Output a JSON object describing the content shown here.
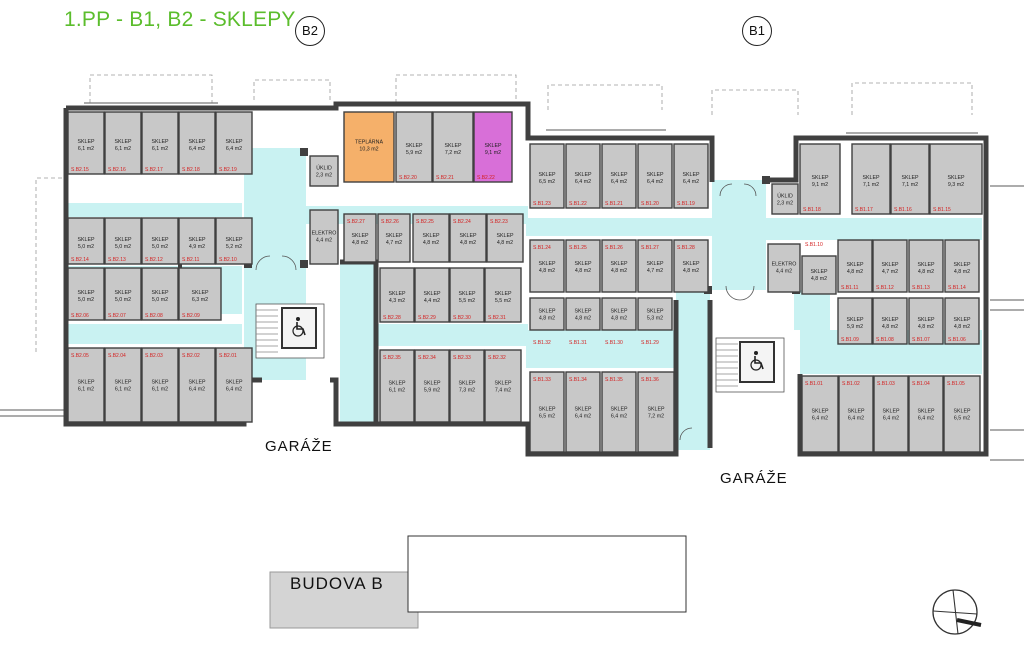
{
  "title": "1.PP - B1, B2 - SKLEPY",
  "sections": {
    "b2": "B2",
    "b1": "B1"
  },
  "labels": {
    "garaze": "GARÁŽE",
    "budova": "BUDOVA B"
  },
  "colors": {
    "title": "#5bbd2c",
    "room": "#c8c8c8",
    "corridor": "#c9f2f2",
    "wall": "#404040",
    "teplarna": "#f5b06a",
    "highlight": "#d86fd8",
    "room_id": "#d42020"
  },
  "rooms": [
    {
      "id": "S.B2.15",
      "name": "SKLEP",
      "area": "6,1 m2"
    },
    {
      "id": "S.B2.16",
      "name": "SKLEP",
      "area": "6,1 m2"
    },
    {
      "id": "S.B2.17",
      "name": "SKLEP",
      "area": "6,1 m2"
    },
    {
      "id": "S.B2.18",
      "name": "SKLEP",
      "area": "6,4 m2"
    },
    {
      "id": "S.B2.19",
      "name": "SKLEP",
      "area": "6,4 m2"
    },
    {
      "id": "S.B2.14",
      "name": "SKLEP",
      "area": "5,0 m2"
    },
    {
      "id": "S.B2.13",
      "name": "SKLEP",
      "area": "5,0 m2"
    },
    {
      "id": "S.B2.12",
      "name": "SKLEP",
      "area": "5,0 m2"
    },
    {
      "id": "S.B2.11",
      "name": "SKLEP",
      "area": "4,9 m2"
    },
    {
      "id": "S.B2.10",
      "name": "SKLEP",
      "area": "5,2 m2"
    },
    {
      "id": "S.B2.06",
      "name": "SKLEP",
      "area": "5,0 m2"
    },
    {
      "id": "S.B2.07",
      "name": "SKLEP",
      "area": "5,0 m2"
    },
    {
      "id": "S.B2.08",
      "name": "SKLEP",
      "area": "5,0 m2"
    },
    {
      "id": "S.B2.09",
      "name": "SKLEP",
      "area": "6,3 m2"
    },
    {
      "id": "S.B2.05",
      "name": "SKLEP",
      "area": "6,1 m2"
    },
    {
      "id": "S.B2.04",
      "name": "SKLEP",
      "area": "6,1 m2"
    },
    {
      "id": "S.B2.03",
      "name": "SKLEP",
      "area": "6,1 m2"
    },
    {
      "id": "S.B2.02",
      "name": "SKLEP",
      "area": "6,4 m2"
    },
    {
      "id": "S.B2.01",
      "name": "SKLEP",
      "area": "6,4 m2"
    },
    {
      "id": "",
      "name": "ÚKLID",
      "area": "2,3 m2"
    },
    {
      "id": "",
      "name": "ELEKTRO",
      "area": "4,4 m2"
    },
    {
      "id": "",
      "name": "TEPLÁRNA",
      "area": "10,3 m2",
      "fill": "teplarna"
    },
    {
      "id": "S.B2.20",
      "name": "SKLEP",
      "area": "5,9 m2"
    },
    {
      "id": "S.B2.21",
      "name": "SKLEP",
      "area": "7,2 m2"
    },
    {
      "id": "S.B2.22",
      "name": "SKLEP",
      "area": "9,1 m2",
      "fill": "highlight"
    },
    {
      "id": "S.B2.27",
      "name": "SKLEP",
      "area": "4,8 m2"
    },
    {
      "id": "S.B2.26",
      "name": "SKLEP",
      "area": "4,7 m2"
    },
    {
      "id": "S.B2.25",
      "name": "SKLEP",
      "area": "4,8 m2"
    },
    {
      "id": "S.B2.24",
      "name": "SKLEP",
      "area": "4,8 m2"
    },
    {
      "id": "S.B2.23",
      "name": "SKLEP",
      "area": "4,8 m2"
    },
    {
      "id": "S.B2.28",
      "name": "SKLEP",
      "area": "4,3 m2"
    },
    {
      "id": "S.B2.29",
      "name": "SKLEP",
      "area": "4,4 m2"
    },
    {
      "id": "S.B2.30",
      "name": "SKLEP",
      "area": "5,5 m2"
    },
    {
      "id": "S.B2.31",
      "name": "SKLEP",
      "area": "5,5 m2"
    },
    {
      "id": "S.B2.35",
      "name": "SKLEP",
      "area": "6,1 m2"
    },
    {
      "id": "S.B2.34",
      "name": "SKLEP",
      "area": "5,9 m2"
    },
    {
      "id": "S.B2.33",
      "name": "SKLEP",
      "area": "7,3 m2"
    },
    {
      "id": "S.B2.32",
      "name": "SKLEP",
      "area": "7,4 m2"
    },
    {
      "id": "S.B1.23",
      "name": "SKLEP",
      "area": "6,5 m2"
    },
    {
      "id": "S.B1.22",
      "name": "SKLEP",
      "area": "6,4 m2"
    },
    {
      "id": "S.B1.21",
      "name": "SKLEP",
      "area": "6,4 m2"
    },
    {
      "id": "S.B1.20",
      "name": "SKLEP",
      "area": "6,4 m2"
    },
    {
      "id": "S.B1.19",
      "name": "SKLEP",
      "area": "6,4 m2"
    },
    {
      "id": "S.B1.24",
      "name": "SKLEP",
      "area": "4,8 m2"
    },
    {
      "id": "S.B1.25",
      "name": "SKLEP",
      "area": "4,8 m2"
    },
    {
      "id": "S.B1.26",
      "name": "SKLEP",
      "area": "4,8 m2"
    },
    {
      "id": "S.B1.27",
      "name": "SKLEP",
      "area": "4,7 m2"
    },
    {
      "id": "S.B1.28",
      "name": "SKLEP",
      "area": "4,8 m2"
    },
    {
      "id": "",
      "name": "SKLEP",
      "area": "4,8 m2"
    },
    {
      "id": "",
      "name": "SKLEP",
      "area": "4,8 m2"
    },
    {
      "id": "",
      "name": "SKLEP",
      "area": "4,8 m2"
    },
    {
      "id": "",
      "name": "SKLEP",
      "area": "5,3 m2"
    },
    {
      "id": "S.B1.32",
      "name": "",
      "area": ""
    },
    {
      "id": "S.B1.31",
      "name": "",
      "area": ""
    },
    {
      "id": "S.B1.30",
      "name": "",
      "area": ""
    },
    {
      "id": "S.B1.29",
      "name": "",
      "area": ""
    },
    {
      "id": "S.B1.33",
      "name": "SKLEP",
      "area": "6,5 m2"
    },
    {
      "id": "S.B1.34",
      "name": "SKLEP",
      "area": "6,4 m2"
    },
    {
      "id": "S.B1.35",
      "name": "SKLEP",
      "area": "6,4 m2"
    },
    {
      "id": "S.B1.36",
      "name": "SKLEP",
      "area": "7,2 m2"
    },
    {
      "id": "S.B1.18",
      "name": "SKLEP",
      "area": "9,1 m2"
    },
    {
      "id": "S.B1.17",
      "name": "SKLEP",
      "area": "7,1 m2"
    },
    {
      "id": "S.B1.16",
      "name": "SKLEP",
      "area": "7,1 m2"
    },
    {
      "id": "S.B1.15",
      "name": "SKLEP",
      "area": "9,3 m2"
    },
    {
      "id": "",
      "name": "ÚKLID",
      "area": "2,3 m2"
    },
    {
      "id": "S.B1.10",
      "name": "",
      "area": ""
    },
    {
      "id": "S.B1.11",
      "name": "SKLEP",
      "area": "4,8 m2"
    },
    {
      "id": "S.B1.12",
      "name": "SKLEP",
      "area": "4,7 m2"
    },
    {
      "id": "S.B1.13",
      "name": "SKLEP",
      "area": "4,8 m2"
    },
    {
      "id": "S.B1.14",
      "name": "SKLEP",
      "area": "4,8 m2"
    },
    {
      "id": "",
      "name": "ELEKTRO",
      "area": "4,4 m2"
    },
    {
      "id": "",
      "name": "SKLEP",
      "area": "4,8 m2"
    },
    {
      "id": "S.B1.09",
      "name": "SKLEP",
      "area": "5,9 m2"
    },
    {
      "id": "S.B1.08",
      "name": "SKLEP",
      "area": "4,8 m2"
    },
    {
      "id": "S.B1.07",
      "name": "SKLEP",
      "area": "4,8 m2"
    },
    {
      "id": "S.B1.06",
      "name": "SKLEP",
      "area": "4,8 m2"
    },
    {
      "id": "S.B1.01",
      "name": "SKLEP",
      "area": "6,4 m2"
    },
    {
      "id": "S.B1.02",
      "name": "SKLEP",
      "area": "6,4 m2"
    },
    {
      "id": "S.B1.03",
      "name": "SKLEP",
      "area": "6,4 m2"
    },
    {
      "id": "S.B1.04",
      "name": "SKLEP",
      "area": "6,4 m2"
    },
    {
      "id": "S.B1.05",
      "name": "SKLEP",
      "area": "6,5 m2"
    }
  ]
}
